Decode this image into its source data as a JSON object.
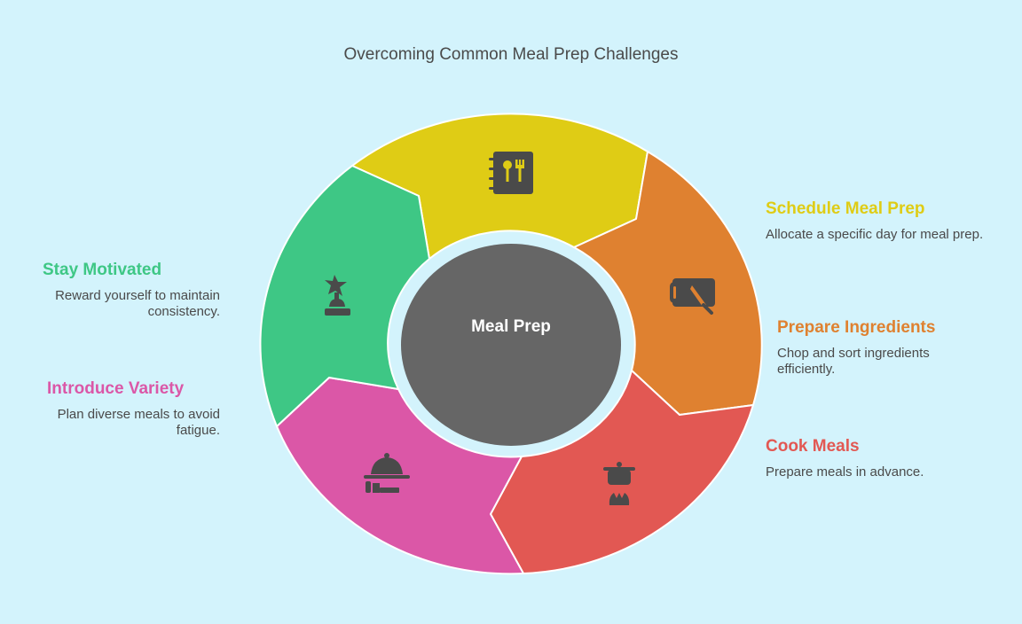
{
  "title": "Overcoming Common Meal Prep Challenges",
  "center": "Meal Prep",
  "colors": {
    "background": "#d3f3fc",
    "center": "#666666",
    "icon": "#4a4a4a"
  },
  "steps": [
    {
      "title": "Schedule Meal Prep",
      "description": "Allocate a specific day for meal prep.",
      "color": "#dfcc15",
      "icon": "recipe-book-icon"
    },
    {
      "title": "Prepare Ingredients",
      "description": "Chop and sort ingredients efficiently.",
      "color": "#df8130",
      "icon": "cutting-board-knife-icon"
    },
    {
      "title": "Cook Meals",
      "description": "Prepare meals in advance.",
      "color": "#e25853",
      "icon": "cooking-pot-icon"
    },
    {
      "title": "Introduce Variety",
      "description": "Plan diverse meals to avoid fatigue.",
      "color": "#db57a7",
      "icon": "serving-cloche-icon"
    },
    {
      "title": "Stay Motivated",
      "description": "Reward yourself to maintain consistency.",
      "color": "#3ec785",
      "icon": "trophy-star-icon"
    }
  ]
}
